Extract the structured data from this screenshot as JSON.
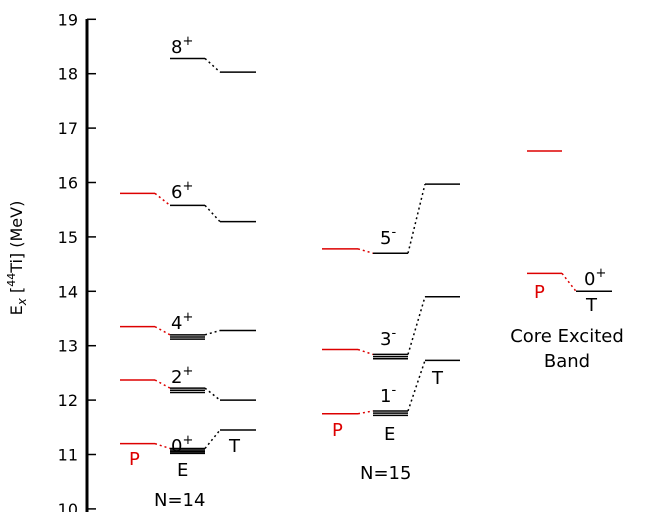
{
  "axis": {
    "label_main": "E",
    "label_sub": "x",
    "label_iso_pre": " [",
    "label_mass": "44",
    "label_iso_post": "Ti] (MeV)",
    "ticks": [
      "10",
      "11",
      "12",
      "13",
      "14",
      "15",
      "16",
      "17",
      "18",
      "19"
    ],
    "range": [
      10,
      19
    ]
  },
  "colors": {
    "pattern": "#dd0000",
    "level": "#000000"
  },
  "groups": {
    "n14": {
      "label": "N=14",
      "levels": [
        {
          "spin": "0",
          "parity": "+",
          "P": 11.2,
          "E": [
            11.02,
            11.05,
            11.08,
            11.11
          ],
          "T": 11.45
        },
        {
          "spin": "2",
          "parity": "+",
          "P": 12.37,
          "E": [
            12.14,
            12.18,
            12.22
          ],
          "T": 12.0
        },
        {
          "spin": "4",
          "parity": "+",
          "P": 13.35,
          "E": [
            13.12,
            13.16,
            13.2
          ],
          "T": 13.28
        },
        {
          "spin": "6",
          "parity": "+",
          "P": 15.8,
          "E": [
            15.58
          ],
          "T": 15.28
        },
        {
          "spin": "8",
          "parity": "+",
          "P": null,
          "E": [
            18.28
          ],
          "T": 18.03
        }
      ],
      "markers": {
        "P": "P",
        "E": "E",
        "T": "T"
      }
    },
    "n15": {
      "label": "N=15",
      "levels": [
        {
          "spin": "1",
          "parity": "-",
          "P": 11.75,
          "E": [
            11.72,
            11.76,
            11.8
          ],
          "T": 12.73
        },
        {
          "spin": "3",
          "parity": "-",
          "P": 12.93,
          "E": [
            12.76,
            12.8,
            12.84
          ],
          "T": 13.9
        },
        {
          "spin": "5",
          "parity": "-",
          "P": 14.78,
          "E": [
            14.7
          ],
          "T": 15.97
        }
      ],
      "markers": {
        "P": "P",
        "E": "E",
        "T": "T"
      }
    },
    "core": {
      "label_line1": "Core Excited",
      "label_line2": "Band",
      "levels": [
        {
          "spin": "0",
          "parity": "+",
          "P": 14.33,
          "T": 14.0
        },
        {
          "P": 16.58
        }
      ],
      "markers": {
        "P": "P",
        "T": "T"
      }
    }
  }
}
